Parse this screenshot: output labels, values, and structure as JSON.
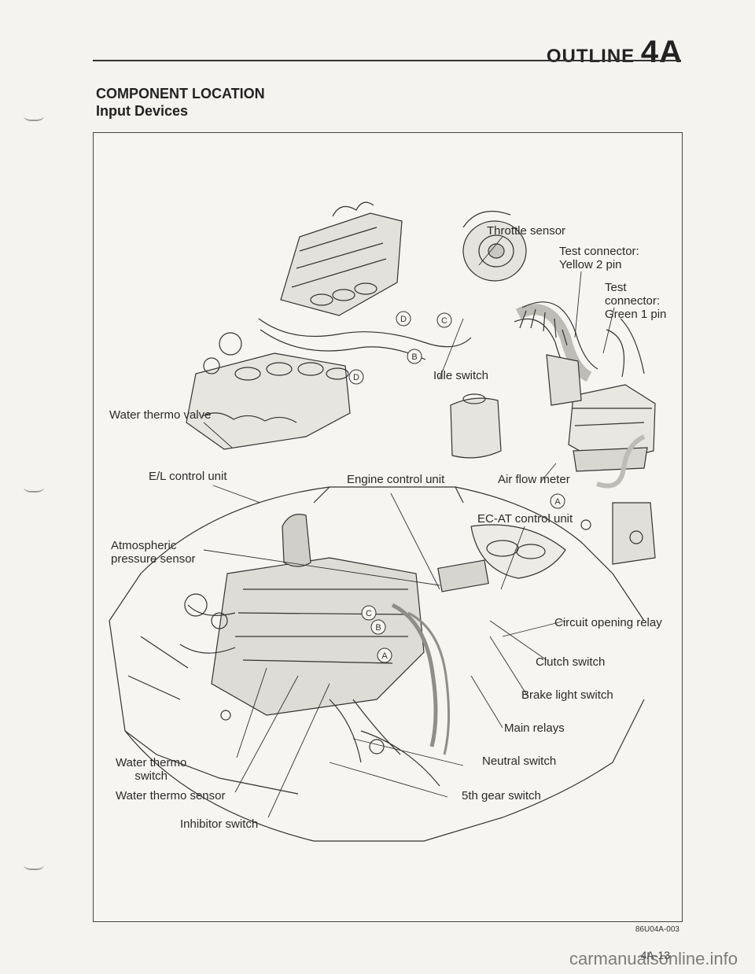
{
  "header": {
    "section": "OUTLINE",
    "code": "4A"
  },
  "title": {
    "line1": "COMPONENT LOCATION",
    "line2": "Input Devices"
  },
  "labels": {
    "throttle_sensor": "Throttle sensor",
    "test_connector_yellow_1": "Test connector:",
    "test_connector_yellow_2": "Yellow 2 pin",
    "test_connector_green_1": "Test",
    "test_connector_green_2": "connector:",
    "test_connector_green_3": "Green 1 pin",
    "idle_switch": "Idle switch",
    "water_thermo_valve": "Water thermo valve",
    "el_control_unit": "E/L control unit",
    "engine_control_unit": "Engine control unit",
    "air_flow_meter": "Air flow meter",
    "ec_at_control_unit": "EC-AT control unit",
    "atmospheric_pressure_sensor_1": "Atmospheric",
    "atmospheric_pressure_sensor_2": "pressure sensor",
    "circuit_opening_relay": "Circuit opening relay",
    "clutch_switch": "Clutch switch",
    "brake_light_switch": "Brake light switch",
    "main_relays": "Main relays",
    "water_thermo_switch_1": "Water thermo",
    "water_thermo_switch_2": "switch",
    "neutral_switch": "Neutral switch",
    "water_thermo_sensor": "Water thermo sensor",
    "fifth_gear_switch": "5th gear switch",
    "inhibitor_switch": "Inhibitor switch"
  },
  "callouts": {
    "d1": "D",
    "c1": "C",
    "b1": "B",
    "d2": "D",
    "a1": "A",
    "c2": "C",
    "b2": "B",
    "a2": "A"
  },
  "figure_code": "86U04A-003",
  "page_number": "4A-13",
  "watermark": "carmanualsonline.info"
}
